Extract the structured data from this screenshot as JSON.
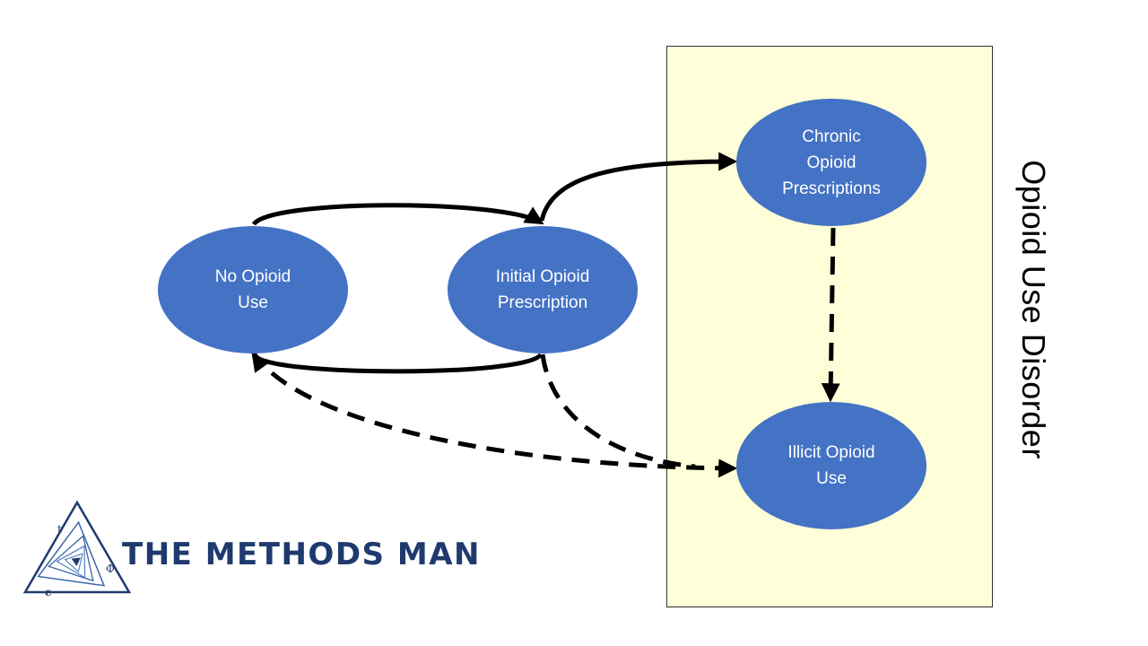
{
  "diagram": {
    "nodes": [
      {
        "id": "no_use",
        "label": "No Opioid\nUse"
      },
      {
        "id": "initial",
        "label": "Initial Opioid\nPrescription"
      },
      {
        "id": "chronic",
        "label": "Chronic\nOpioid\nPrescriptions"
      },
      {
        "id": "illicit",
        "label": "Illicit Opioid\nUse"
      }
    ],
    "edges": [
      {
        "from": "no_use",
        "to": "initial",
        "style": "solid"
      },
      {
        "from": "initial",
        "to": "no_use",
        "style": "solid"
      },
      {
        "from": "initial",
        "to": "chronic",
        "style": "solid"
      },
      {
        "from": "chronic",
        "to": "illicit",
        "style": "dashed"
      },
      {
        "from": "initial",
        "to": "illicit",
        "style": "dashed"
      },
      {
        "from": "illicit",
        "to": "no_use",
        "style": "dashed"
      }
    ],
    "group_label": "Opioid Use Disorder",
    "colors": {
      "node_fill": "#4472c4",
      "group_fill": "#fefed8",
      "logo": "#1f3a6e"
    }
  },
  "logo": {
    "text": "THE METHODS MAN",
    "symbols": [
      "t",
      "Φ",
      "e"
    ]
  }
}
